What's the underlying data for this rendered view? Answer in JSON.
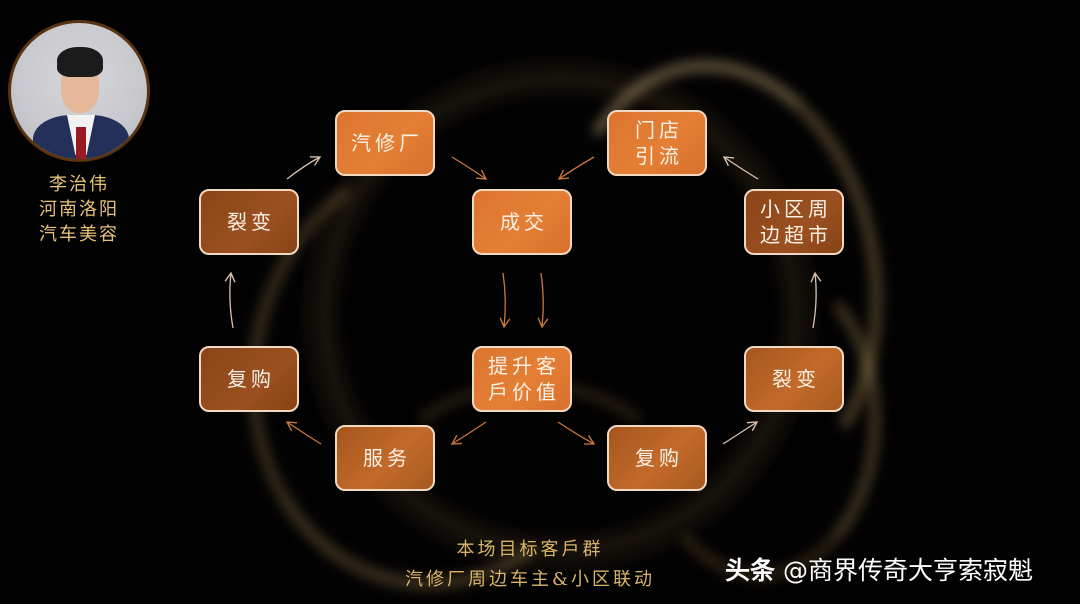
{
  "profile": {
    "name": "李治伟",
    "location": "河南洛阳",
    "business": "汽车美容",
    "avatar_icon": "person-photo"
  },
  "diagram": {
    "nodes": {
      "qixiuchang": {
        "label": "汽修厂",
        "style": "bright"
      },
      "mendian": {
        "label_line1": "门店",
        "label_line2": "引流",
        "style": "bright"
      },
      "liebian_left": {
        "label": "裂变",
        "style": "dark"
      },
      "chengjiao": {
        "label": "成交",
        "style": "bright"
      },
      "xiaoqu": {
        "label_line1": "小区周",
        "label_line2": "边超市",
        "style": "dark"
      },
      "fugou_left": {
        "label": "复购",
        "style": "dark"
      },
      "tisheng": {
        "label_line1": "提升客",
        "label_line2": "戶价值",
        "style": "bright"
      },
      "liebian_right": {
        "label": "裂变",
        "style": "mid"
      },
      "fuwu": {
        "label": "服务",
        "style": "mid"
      },
      "fugou_right": {
        "label": "复购",
        "style": "mid"
      }
    },
    "edges": [
      {
        "from": "裂变(左)",
        "to": "汽修厂"
      },
      {
        "from": "汽修厂",
        "to": "成交"
      },
      {
        "from": "门店引流",
        "to": "成交"
      },
      {
        "from": "小区周边超市",
        "to": "门店引流"
      },
      {
        "from": "成交",
        "to": "提升客戶价值",
        "count": 2
      },
      {
        "from": "提升客戶价值",
        "to": "服务"
      },
      {
        "from": "提升客戶价值",
        "to": "复购(右)"
      },
      {
        "from": "服务",
        "to": "复购(左)"
      },
      {
        "from": "复购(左)",
        "to": "裂变(左)"
      },
      {
        "from": "复购(右)",
        "to": "裂变(右)"
      },
      {
        "from": "裂变(右)",
        "to": "小区周边超市"
      }
    ],
    "colors": {
      "bright": "#e17a32",
      "dark": "#8f4a1b",
      "mid": "#b4622a",
      "border": "#f1d9c2",
      "arrow_orange": "#c9773f",
      "arrow_light": "#d9c2b0"
    }
  },
  "caption": {
    "line1": "本场目标客戶群",
    "line2": "汽修厂周边车主&小区联动"
  },
  "watermark": {
    "brand": "头条",
    "handle": "@商界传奇大亨索寂魁"
  }
}
